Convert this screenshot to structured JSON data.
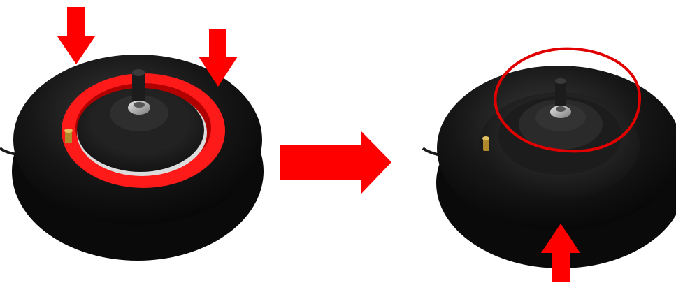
{
  "colors": {
    "accent_red": "#ff0000",
    "tire_black": "#111111",
    "rim_dark": "#1e1e1e",
    "hub_metal": "#b8b8b8",
    "valve_brass": "#b08a2a",
    "background": "#ffffff"
  },
  "panels": [
    {
      "step": "before",
      "description_icon": "wheel-with-highlighted-bead-ring"
    },
    {
      "step": "after",
      "description_icon": "wheel-with-loose-red-ring"
    }
  ],
  "arrows": [
    {
      "icon": "down-arrow-icon",
      "direction": "down"
    },
    {
      "icon": "down-arrow-icon",
      "direction": "down"
    },
    {
      "icon": "right-arrow-icon",
      "direction": "right"
    },
    {
      "icon": "up-arrow-icon",
      "direction": "up"
    }
  ]
}
